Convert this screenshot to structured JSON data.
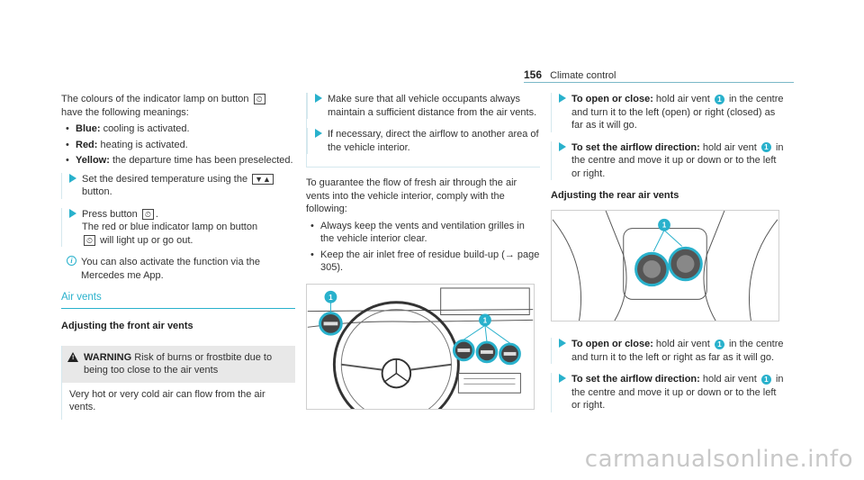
{
  "header": {
    "page_number": "156",
    "title": "Climate control"
  },
  "col1": {
    "intro_a": "The colours of the indicator lamp on button",
    "intro_b": "have the following meanings:",
    "button_glyph": "⏲",
    "meanings": [
      {
        "term": "Blue:",
        "text": "cooling is activated."
      },
      {
        "term": "Red:",
        "text": "heating is activated."
      },
      {
        "term": "Yellow:",
        "text": "the departure time has been preselected."
      }
    ],
    "step1_a": "Set the desired temperature using the",
    "step1_glyph": "▼▲",
    "step1_b": "button.",
    "step2_a": "Press button",
    "step2_b": ".",
    "step2_c": "The red or blue indicator lamp on button",
    "step2_d": "will light up or go out.",
    "note": "You can also activate the function via the Mercedes me App.",
    "section_title": "Air vents",
    "subsection_title": "Adjusting the front air vents",
    "warning_label": "WARNING",
    "warning_text": "Risk of burns or frostbite due to being too close to the air vents",
    "warning_body": "Very hot or very cold air can flow from the air vents."
  },
  "col2": {
    "step1": "Make sure that all vehicle occupants always maintain a sufficient distance from the air vents.",
    "step2": "If necessary, direct the airflow to another area of the vehicle interior.",
    "para": "To guarantee the flow of fresh air through the air vents into the vehicle interior, comply with the following:",
    "bullets": [
      "Always keep the vents and ventilation grilles in the vehicle interior clear.",
      "Keep the air inlet free of residue build-up (→ page 305)."
    ],
    "callout": "1"
  },
  "col3": {
    "step1_title": "To open or close:",
    "step1_a": "hold air vent",
    "step1_b": "in the centre and turn it to the left (open) or right (closed) as far as it will go.",
    "step2_title": "To set the airflow direction:",
    "step2_a": "hold air vent",
    "step2_b": "in the centre and move it up or down or to the left or right.",
    "subsection_title": "Adjusting the rear air vents",
    "step3_title": "To open or close:",
    "step3_a": "hold air vent",
    "step3_b": "in the centre and turn it to the left or right as far as it will go.",
    "step4_title": "To set the airflow direction:",
    "step4_a": "hold air vent",
    "step4_b": "in the centre and move it up or down or to the left or right.",
    "callout": "1"
  },
  "watermark": "carmanualsonline.info",
  "colors": {
    "accent": "#29b1cc",
    "warning_bg": "#e8e8e8"
  }
}
